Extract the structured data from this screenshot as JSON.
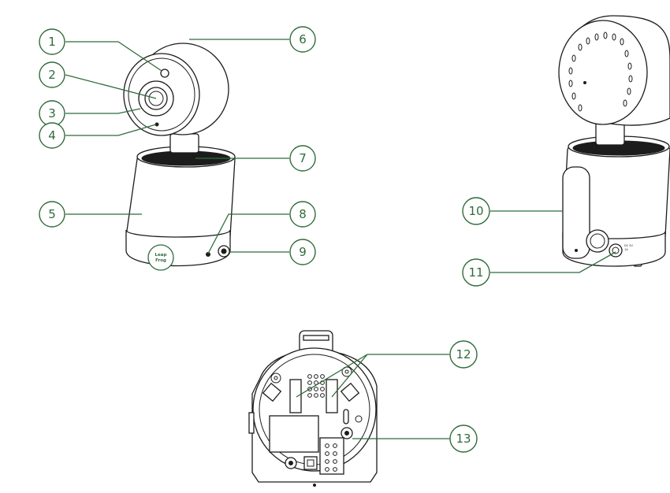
{
  "colors": {
    "callout": "#2f6b3a",
    "outline": "#1c1c1c",
    "background": "#ffffff"
  },
  "brand_logo": {
    "line1": "Leap",
    "line2": "Frog"
  },
  "callouts": [
    {
      "num": "1"
    },
    {
      "num": "2"
    },
    {
      "num": "3"
    },
    {
      "num": "4"
    },
    {
      "num": "5"
    },
    {
      "num": "6"
    },
    {
      "num": "7"
    },
    {
      "num": "8"
    },
    {
      "num": "9"
    },
    {
      "num": "10"
    },
    {
      "num": "11"
    },
    {
      "num": "12"
    },
    {
      "num": "13"
    }
  ]
}
